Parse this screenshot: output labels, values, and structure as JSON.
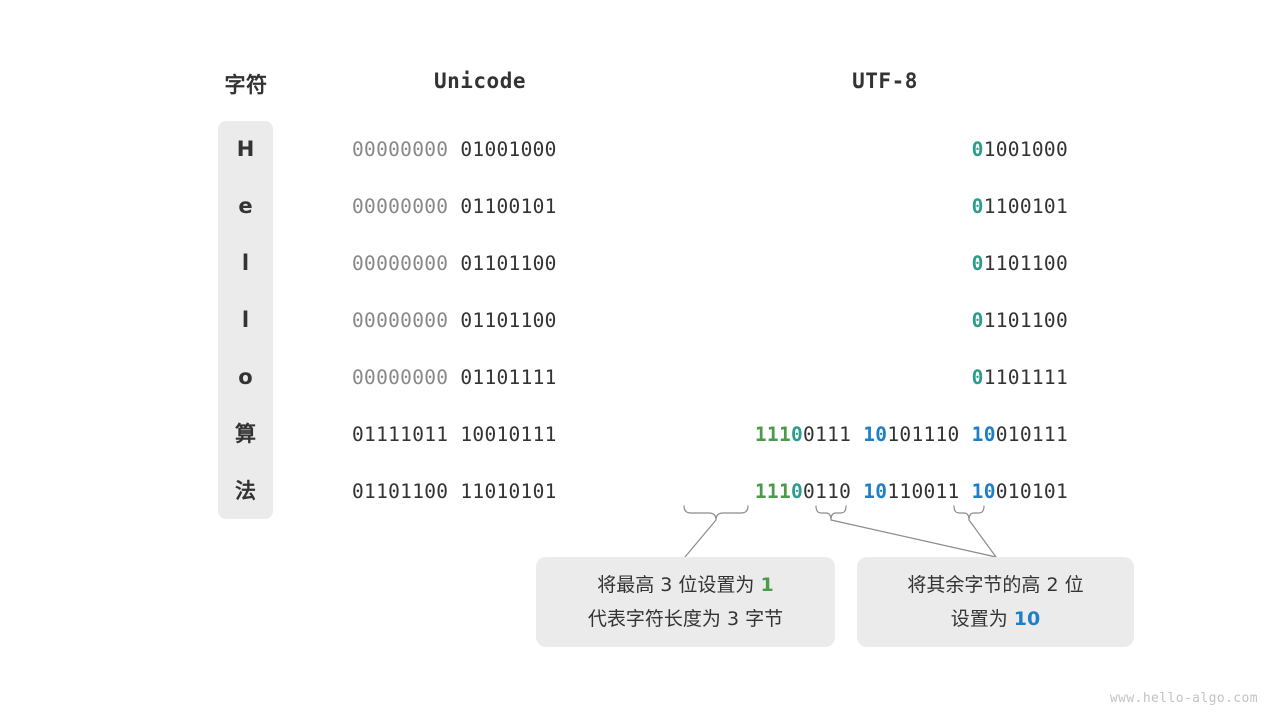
{
  "headers": {
    "character": "字符",
    "unicode": "Unicode",
    "utf8": "UTF-8"
  },
  "rows": [
    {
      "char": "H",
      "unicode_dim": "00000000",
      "unicode_dark": " 01001000",
      "utf8_lead": "0",
      "utf8_rest": "1001000"
    },
    {
      "char": "e",
      "unicode_dim": "00000000",
      "unicode_dark": " 01100101",
      "utf8_lead": "0",
      "utf8_rest": "1100101"
    },
    {
      "char": "l",
      "unicode_dim": "00000000",
      "unicode_dark": " 01101100",
      "utf8_lead": "0",
      "utf8_rest": "1101100"
    },
    {
      "char": "l",
      "unicode_dim": "00000000",
      "unicode_dark": " 01101100",
      "utf8_lead": "0",
      "utf8_rest": "1101100"
    },
    {
      "char": "o",
      "unicode_dim": "00000000",
      "unicode_dark": " 01101111",
      "utf8_lead": "0",
      "utf8_rest": "1101111"
    }
  ],
  "cjk_rows": [
    {
      "char": "算",
      "unicode": "01111011 10010111",
      "b1_green": "111",
      "b1_teal": "0",
      "b1_rest": "0111",
      "b2_blue": "10",
      "b2_rest": "101110",
      "b3_blue": "10",
      "b3_rest": "010111"
    },
    {
      "char": "法",
      "unicode": "01101100 11010101",
      "b1_green": "111",
      "b1_teal": "0",
      "b1_rest": "0110",
      "b2_blue": "10",
      "b2_rest": "110011",
      "b3_blue": "10",
      "b3_rest": "010101"
    }
  ],
  "callouts": {
    "left": {
      "line1_pre": "将最高 3 位设置为 ",
      "line1_hl": "1",
      "line2": "代表字符长度为 3 字节"
    },
    "right": {
      "line1": "将其余字节的高 2 位",
      "line2_pre": "设置为 ",
      "line2_hl": "10"
    }
  },
  "watermark": "www.hello-algo.com",
  "colors": {
    "green": "#4c9a4c",
    "teal": "#2c9c8c",
    "blue": "#1c7fc7",
    "dim": "#888888",
    "dark": "#333333",
    "panel": "#ebebeb"
  }
}
